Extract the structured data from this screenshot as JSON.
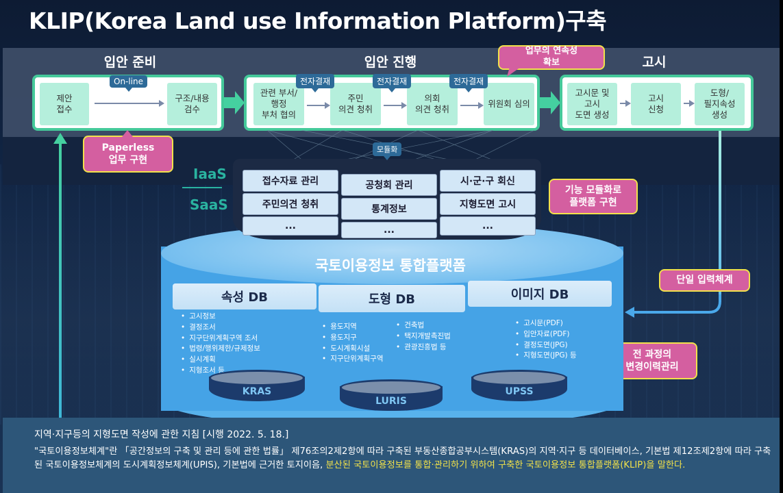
{
  "title": "KLIP(Korea Land use Information Platform)구축",
  "phases": [
    {
      "title": "입안 준비",
      "steps": [
        "제안\n접수",
        "구조/내용\n검수"
      ],
      "tags": [
        "On-line"
      ]
    },
    {
      "title": "입안 진행",
      "steps": [
        "관련 부서/\n행정\n부처 협의",
        "주민\n의견 청취",
        "의회\n의견 청취",
        "위원회 심의"
      ],
      "tags": [
        "전자결재",
        "전자결재",
        "전자결재"
      ]
    },
    {
      "title": "고시",
      "steps": [
        "고시문 및\n고시\n도면 생성",
        "고시\n신청",
        "도형/\n필지속성\n생성"
      ],
      "tags": []
    }
  ],
  "callouts": {
    "paperless": "Paperless\n업무 구현",
    "continuity": "업무의 연속성\n확보",
    "modular": "기능 모듈화로\n플랫폼 구현",
    "single_input": "단일 입력체계",
    "history": "전 과정의\n변경이력관리"
  },
  "modules": {
    "tag": "모듈화",
    "iaas": "IaaS",
    "saas": "SaaS",
    "items": [
      [
        "접수자료 관리",
        "공청회 관리",
        "시·군·구 회신"
      ],
      [
        "주민의견 청취",
        "통계정보",
        "지형도면 고시"
      ],
      [
        "...",
        "...",
        "..."
      ]
    ]
  },
  "platform": {
    "title": "국토이용정보 통합플랫폼",
    "dbs": [
      {
        "name": "속성 DB",
        "items": [
          "고시정보",
          "결정조서",
          "지구단위계획구역 조서",
          "법령/행위제한/규제정보",
          "실시계획",
          "지형조서 등"
        ]
      },
      {
        "name": "도형 DB",
        "items": [
          "용도지역",
          "용도지구",
          "도시계획시설",
          "지구단위계획구역"
        ],
        "items2": [
          "건축법",
          "택지개발촉진법",
          "관광진흥법 등"
        ]
      },
      {
        "name": "이미지 DB",
        "items": [
          "고시문(PDF)",
          "입안자료(PDF)",
          "결정도면(JPG)",
          "지형도면(JPG) 등"
        ]
      }
    ],
    "systems": [
      "KRAS",
      "LURIS",
      "UPSS"
    ]
  },
  "footer": {
    "line1": "지역·지구등의 지형도면 작성에 관한 지침 [시행 2022. 5. 18.]",
    "line2_plain": " \"국토이용정보체계\"란 「공간정보의 구축 및 관리 등에 관한 법률」 제76조의2제2항에 따라 구축된 부동산종합공부시스템(KRAS)의 지역·지구 등 데이터베이스, 기본법 제12조제2항에 따라 구축된 국토이용정보체계의 도시계획정보체계(UPIS), 기본법에 근거한 토지이음, ",
    "line2_highlight": "분산된 국토이용정보를 통합·관리하기 위하여 구축한 국토이용정보 통합플랫폼(KLIP)을 말한다."
  },
  "colors": {
    "accent_green": "#45c99a",
    "step_fill": "#b5efdc",
    "tag_blue": "#2d6a98",
    "callout_pink": "#d45fa0",
    "callout_border": "#f2e24a",
    "platform_blue": "#45a3e6",
    "highlight_yellow": "#f2e24a"
  }
}
